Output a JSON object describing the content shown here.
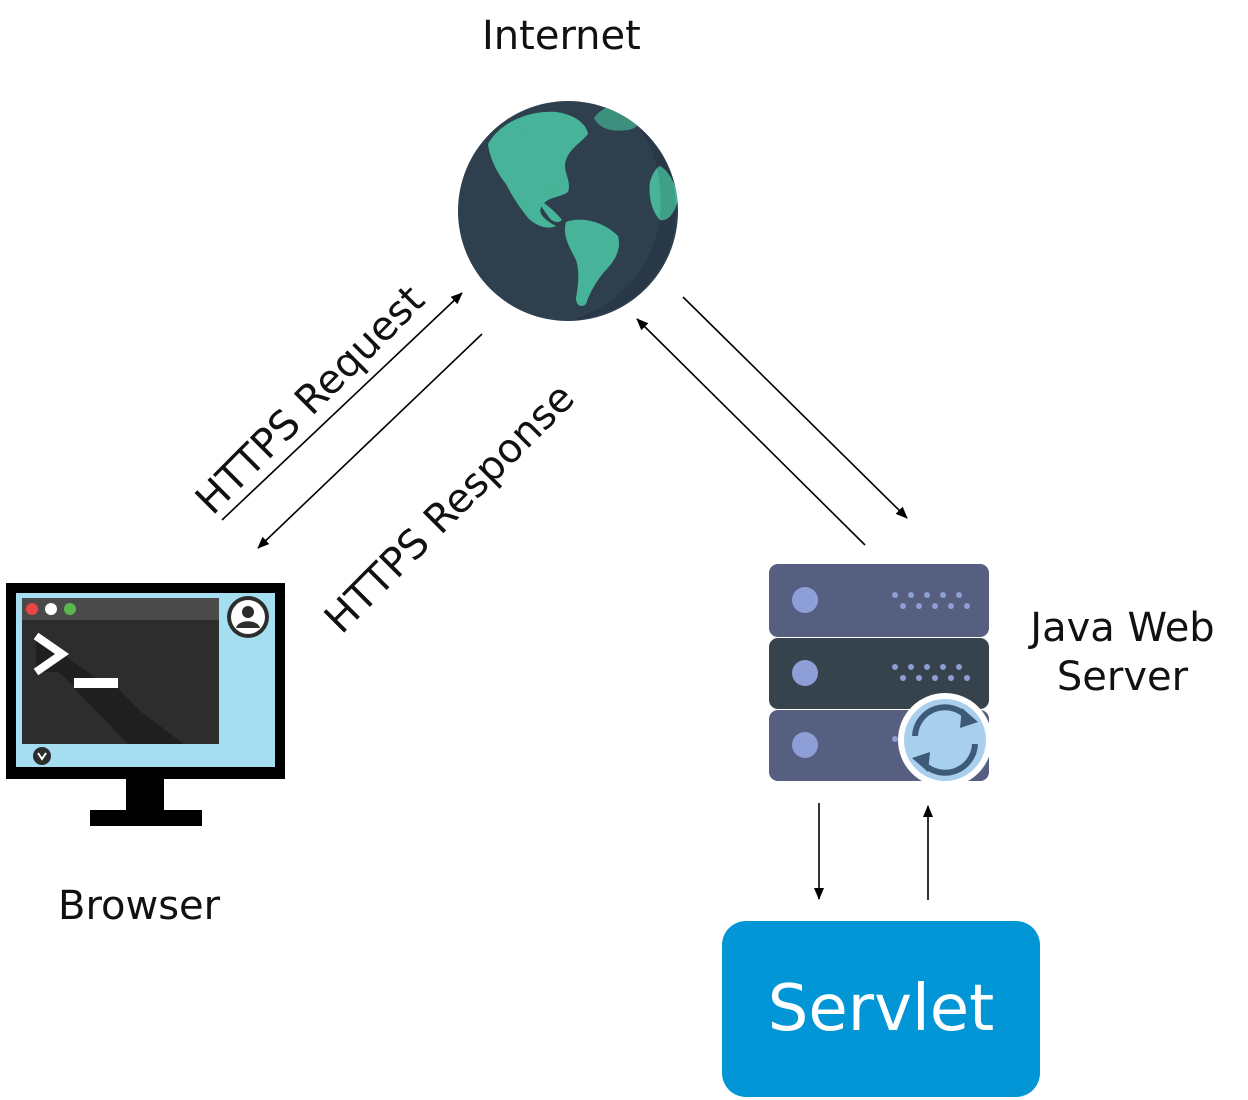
{
  "nodes": {
    "internet": {
      "label": "Internet"
    },
    "browser": {
      "label": "Browser"
    },
    "server": {
      "label": "Java Web Server"
    },
    "servlet": {
      "label": "Servlet"
    }
  },
  "edges": {
    "request": {
      "label": "HTTPS Request"
    },
    "response": {
      "label": "HTTPS Response"
    }
  },
  "colors": {
    "globe_ocean": "#2e3f4e",
    "globe_land": "#47b398",
    "server_rack_a": "#565f80",
    "server_rack_b": "#36434d",
    "server_dot": "#8e9ed6",
    "sync_icon": "#a9cfee",
    "monitor_frame": "#000000",
    "monitor_screen": "#a5def0",
    "terminal_bg": "#2d2d2d",
    "servlet_fill": "#0296d6",
    "traffic_red": "#e94545",
    "traffic_white": "#ffffff",
    "traffic_green": "#5ab74e"
  },
  "icons": [
    "globe-icon",
    "monitor-terminal-icon",
    "server-rack-icon",
    "sync-icon",
    "user-avatar-icon",
    "download-icon"
  ]
}
